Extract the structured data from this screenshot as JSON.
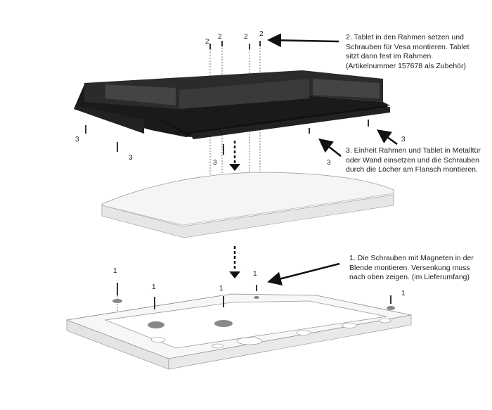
{
  "steps": {
    "step2": "2. Tablet in den Rahmen setzen und\nSchrauben für Vesa montieren. Tablet\nsitzt dann fest im Rahmen.\n(Artikelnummer 157678 als Zubehör)",
    "step3": "3. Einheit Rahmen und Tablet in Metalltür\noder Wand einsetzen und die Schrauben\ndurch die Löcher am Flansch montieren.",
    "step1": "1. Die Schrauben mit Magneten in der\nBlende montieren. Versenkung muss\nnach oben zeigen. (im Lieferumfang)"
  },
  "labels": {
    "two": "2",
    "three": "3",
    "one": "1"
  }
}
